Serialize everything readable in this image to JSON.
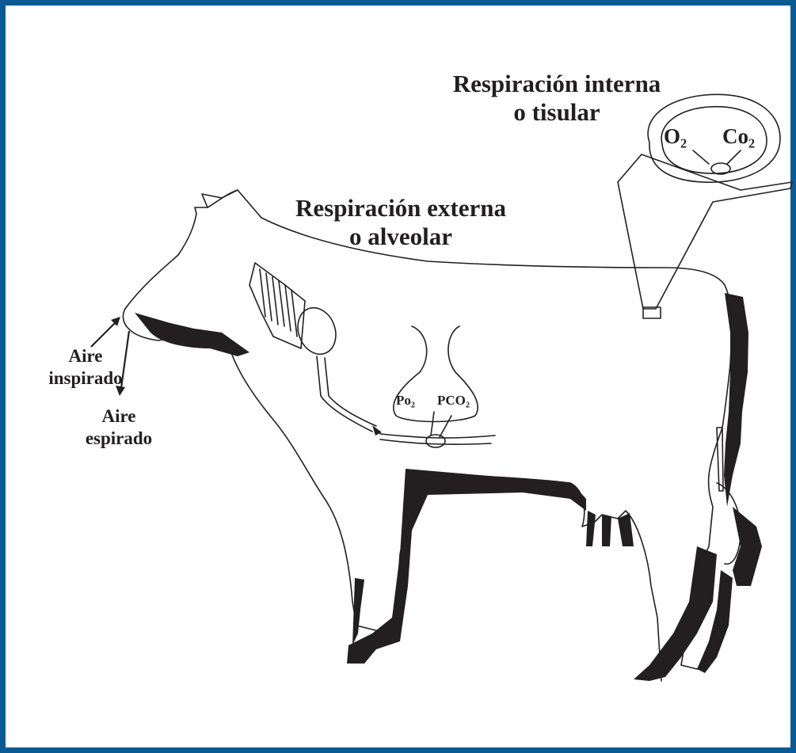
{
  "colors": {
    "border": "#0b5a93",
    "ink": "#231f20",
    "background": "#ffffff"
  },
  "labels": {
    "internal_line1": "Respiración interna",
    "internal_line2": "o tisular",
    "external_line1": "Respiración externa",
    "external_line2": "o alveolar",
    "inspired_line1": "Aire",
    "inspired_line2": "inspirado",
    "expired_line1": "Aire",
    "expired_line2": "espirado"
  },
  "tissue_gases": {
    "o2": "O₂",
    "co2": "Co₂"
  },
  "alveolar_gases": {
    "po2": "Po₂",
    "pco2": "PCO₂"
  }
}
